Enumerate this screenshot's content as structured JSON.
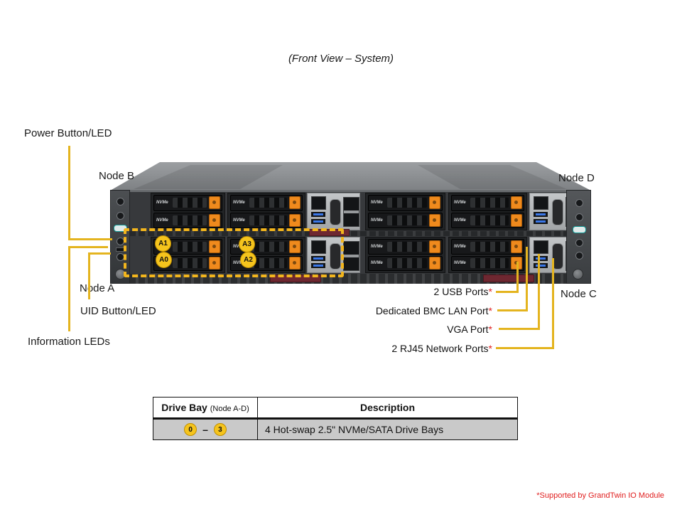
{
  "title": "(Front View – System)",
  "labels": {
    "power": "Power Button/LED",
    "node_b": "Node B",
    "node_d": "Node D",
    "node_a": "Node A",
    "uid": "UID Button/LED",
    "info_leds": "Information LEDs",
    "node_c": "Node C"
  },
  "port_callouts": [
    {
      "text": "2 USB Ports",
      "asterisk": "*"
    },
    {
      "text": "Dedicated BMC LAN Port",
      "asterisk": "*"
    },
    {
      "text": "VGA Port",
      "asterisk": "*"
    },
    {
      "text": "2 RJ45 Network Ports",
      "asterisk": "*"
    }
  ],
  "server": {
    "tray_label": "NVMe",
    "bay_labels": [
      "A1",
      "A0",
      "A3",
      "A2"
    ]
  },
  "table": {
    "col1_header": "Drive Bay",
    "col1_header_note": "(Node A-D)",
    "col2_header": "Description",
    "row": {
      "bay_start": "0",
      "dash": "–",
      "bay_end": "3",
      "description": "4 Hot-swap 2.5\" NVMe/SATA Drive Bays"
    }
  },
  "footnote": "*Supported by GrandTwin IO Module",
  "colors": {
    "callout_line": "#E4B41F",
    "highlight_dash": "#F2B51D",
    "bay_circle": "#F5C41D",
    "latch_orange": "#EF8A1D",
    "asterisk_red": "#E02020",
    "table_row_bg": "#C9C9C9"
  }
}
